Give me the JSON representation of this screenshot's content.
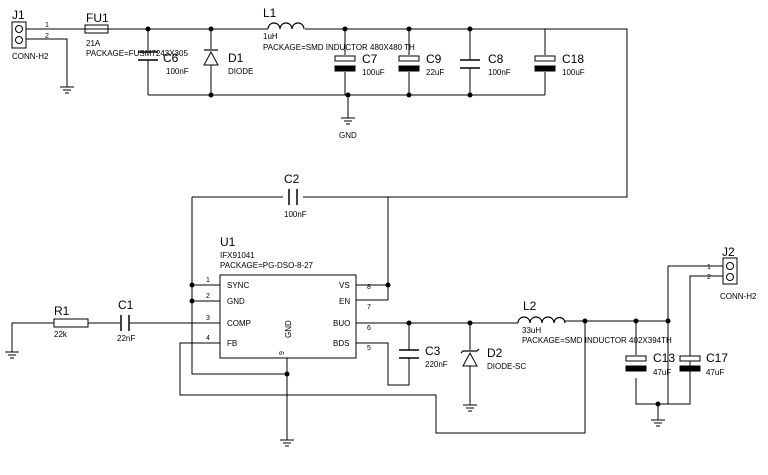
{
  "colors": {
    "wire": "#000000",
    "background": "#ffffff"
  },
  "components": {
    "J1": {
      "ref": "J1",
      "value": "CONN-H2",
      "pins": [
        "1",
        "2"
      ]
    },
    "FU1": {
      "ref": "FU1",
      "value": "21A",
      "package": "PACKAGE=FUSM7243X305"
    },
    "C6": {
      "ref": "C6",
      "value": "100nF"
    },
    "D1": {
      "ref": "D1",
      "value": "DIODE"
    },
    "L1": {
      "ref": "L1",
      "value": "1uH",
      "package": "PACKAGE=SMD INDUCTOR 480X480 TH"
    },
    "C7": {
      "ref": "C7",
      "value": "100uF"
    },
    "C9": {
      "ref": "C9",
      "value": "22uF"
    },
    "C8": {
      "ref": "C8",
      "value": "100nF"
    },
    "C18": {
      "ref": "C18",
      "value": "100uF"
    },
    "GND": {
      "label": "GND"
    },
    "C2": {
      "ref": "C2",
      "value": "100nF"
    },
    "U1": {
      "ref": "U1",
      "value": "IFX91041",
      "package": "PACKAGE=PG-DSO-8-27",
      "pins": [
        {
          "num": "1",
          "name": "SYNC"
        },
        {
          "num": "2",
          "name": "GND"
        },
        {
          "num": "3",
          "name": "COMP"
        },
        {
          "num": "4",
          "name": "FB"
        },
        {
          "num": "8",
          "name": "VS"
        },
        {
          "num": "7",
          "name": "EN"
        },
        {
          "num": "6",
          "name": "BUO"
        },
        {
          "num": "5",
          "name": "BDS"
        }
      ],
      "gnd_pin": {
        "num": "9",
        "name": "GND"
      }
    },
    "R1": {
      "ref": "R1",
      "value": "22k"
    },
    "C1": {
      "ref": "C1",
      "value": "22nF"
    },
    "C3": {
      "ref": "C3",
      "value": "220nF"
    },
    "D2": {
      "ref": "D2",
      "value": "DIODE-SC"
    },
    "L2": {
      "ref": "L2",
      "value": "33uH",
      "package": "PACKAGE=SMD INDUCTOR 402X394TH"
    },
    "C13": {
      "ref": "C13",
      "value": "47uF"
    },
    "C17": {
      "ref": "C17",
      "value": "47uF"
    },
    "J2": {
      "ref": "J2",
      "value": "CONN-H2",
      "pins": [
        "1",
        "2"
      ]
    }
  }
}
